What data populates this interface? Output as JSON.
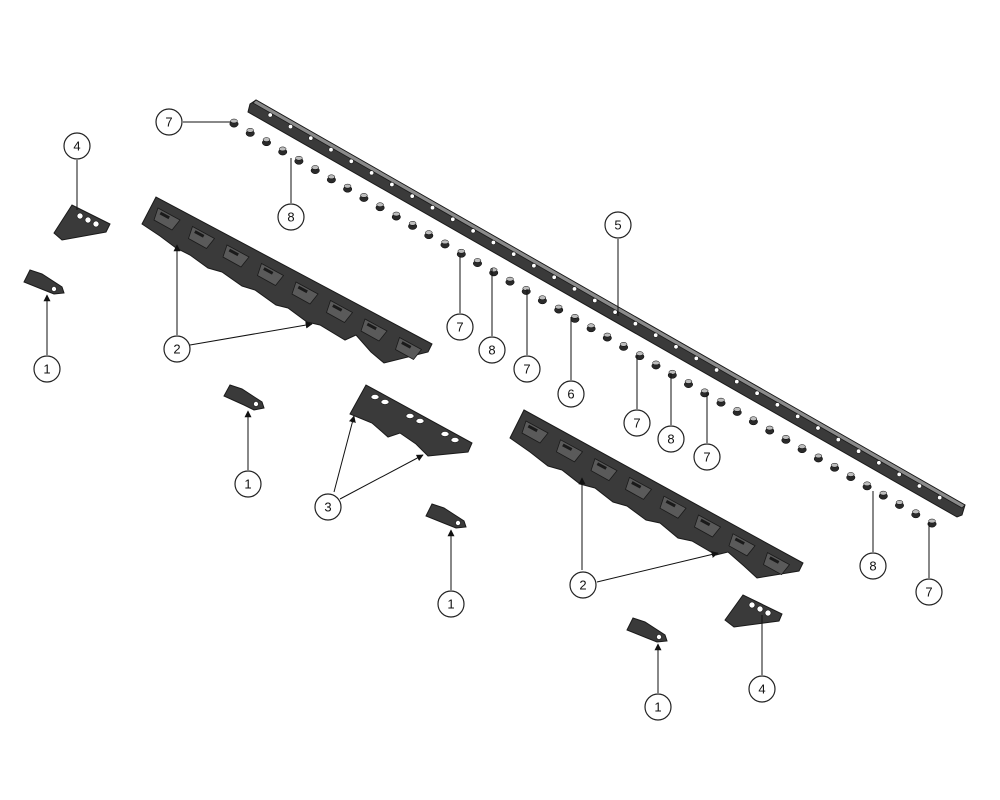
{
  "callouts": {
    "c1a": "1",
    "c1b": "1",
    "c1c": "1",
    "c1d": "1",
    "c2a": "2",
    "c2b": "2",
    "c3": "3",
    "c4a": "4",
    "c4b": "4",
    "c5": "5",
    "c6": "6",
    "c7a": "7",
    "c7b": "7",
    "c7c": "7",
    "c7d": "7",
    "c7e": "7",
    "c7f": "7",
    "c8a": "8",
    "c8b": "8",
    "c8c": "8",
    "c8d": "8"
  },
  "colors": {
    "part": "#3a3a3a",
    "background": "#ffffff",
    "line": "#111111"
  }
}
